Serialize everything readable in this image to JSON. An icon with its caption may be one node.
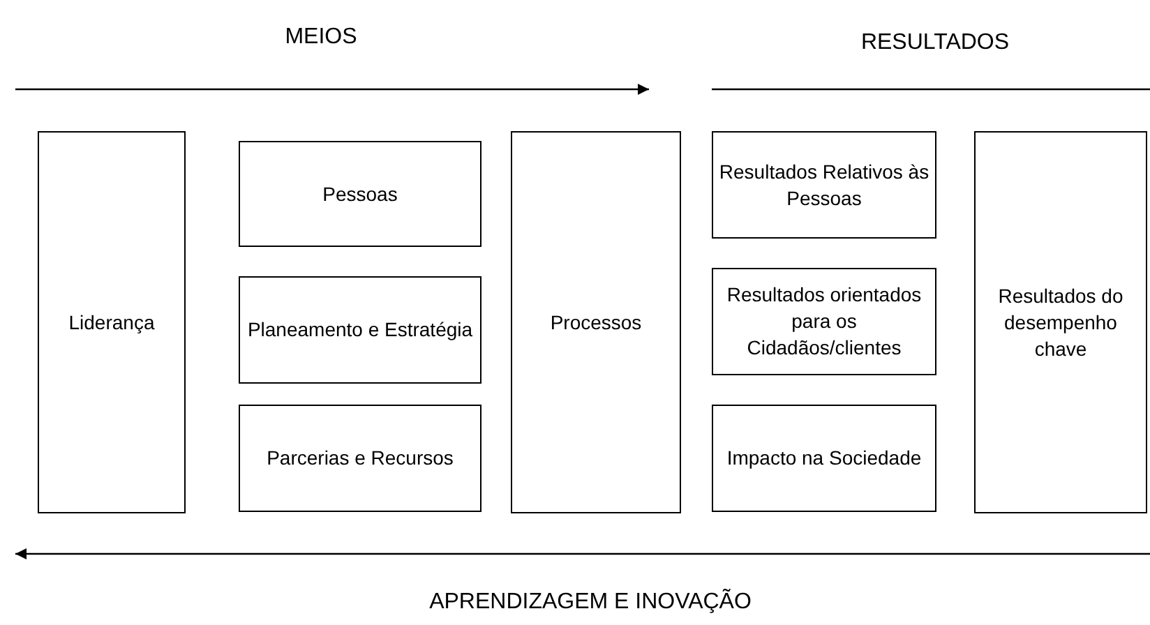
{
  "diagram": {
    "nodes": [
      {
        "text": [
          "Liderança"
        ]
      },
      {
        "text": [
          "Pessoas"
        ]
      },
      {
        "text": [
          "Planeamento e Estratégia"
        ]
      },
      {
        "text": [
          "Parcerias e Recursos"
        ]
      },
      {
        "text": [
          "Processos"
        ]
      },
      {
        "text": [
          "Resultados Relativos às Pessoas"
        ]
      },
      {
        "text": [
          "Resultados orientados para os Cidadãos/clientes"
        ]
      },
      {
        "text": [
          "Impacto na Sociedade"
        ]
      },
      {
        "text": [
          "Resultados do desempenho chave"
        ]
      }
    ],
    "labels": [
      "MEIOS",
      "RESULTADOS",
      "APRENDIZAGEM E INOVAÇÃO"
    ]
  }
}
